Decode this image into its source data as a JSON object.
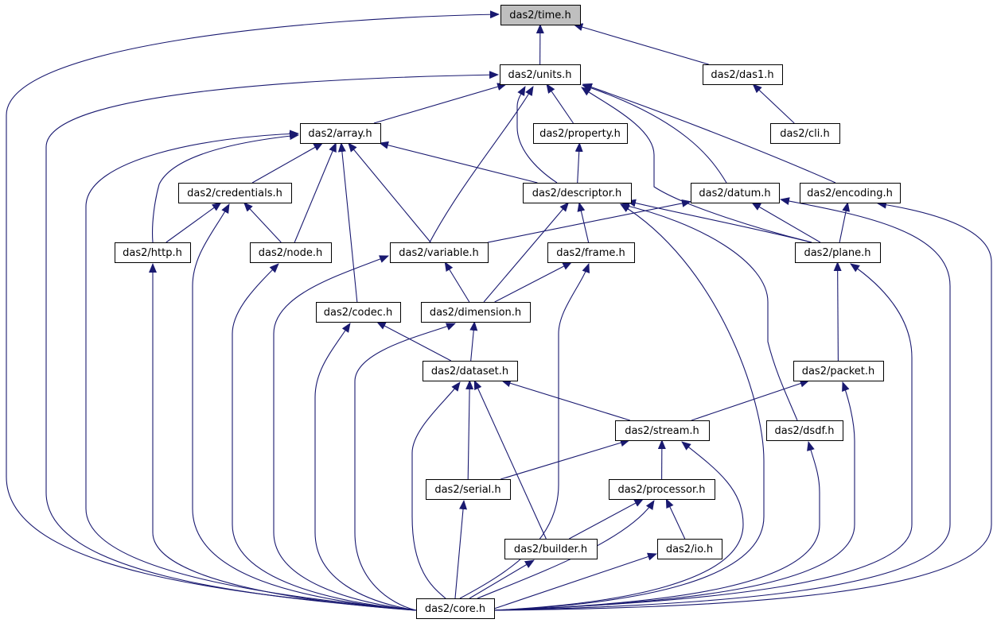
{
  "title": "",
  "nodes": [
    {
      "id": "time",
      "label": "das2/time.h"
    },
    {
      "id": "units",
      "label": "das2/units.h"
    },
    {
      "id": "das1",
      "label": "das2/das1.h"
    },
    {
      "id": "cli",
      "label": "das2/cli.h"
    },
    {
      "id": "array",
      "label": "das2/array.h"
    },
    {
      "id": "property",
      "label": "das2/property.h"
    },
    {
      "id": "credentials",
      "label": "das2/credentials.h"
    },
    {
      "id": "descriptor",
      "label": "das2/descriptor.h"
    },
    {
      "id": "datum",
      "label": "das2/datum.h"
    },
    {
      "id": "encoding",
      "label": "das2/encoding.h"
    },
    {
      "id": "http",
      "label": "das2/http.h"
    },
    {
      "id": "node",
      "label": "das2/node.h"
    },
    {
      "id": "variable",
      "label": "das2/variable.h"
    },
    {
      "id": "frame",
      "label": "das2/frame.h"
    },
    {
      "id": "plane",
      "label": "das2/plane.h"
    },
    {
      "id": "codec",
      "label": "das2/codec.h"
    },
    {
      "id": "dimension",
      "label": "das2/dimension.h"
    },
    {
      "id": "dataset",
      "label": "das2/dataset.h"
    },
    {
      "id": "packet",
      "label": "das2/packet.h"
    },
    {
      "id": "stream",
      "label": "das2/stream.h"
    },
    {
      "id": "dsdf",
      "label": "das2/dsdf.h"
    },
    {
      "id": "serial",
      "label": "das2/serial.h"
    },
    {
      "id": "processor",
      "label": "das2/processor.h"
    },
    {
      "id": "builder",
      "label": "das2/builder.h"
    },
    {
      "id": "io",
      "label": "das2/io.h"
    },
    {
      "id": "core",
      "label": "das2/core.h"
    }
  ],
  "highlighted_node": "time",
  "edges": [
    [
      "units",
      "time"
    ],
    [
      "das1",
      "time"
    ],
    [
      "core",
      "time"
    ],
    [
      "cli",
      "das1"
    ],
    [
      "array",
      "units"
    ],
    [
      "property",
      "units"
    ],
    [
      "descriptor",
      "units"
    ],
    [
      "datum",
      "units"
    ],
    [
      "encoding",
      "units"
    ],
    [
      "variable",
      "units"
    ],
    [
      "plane",
      "units"
    ],
    [
      "core",
      "units"
    ],
    [
      "credentials",
      "array"
    ],
    [
      "http",
      "array"
    ],
    [
      "node",
      "array"
    ],
    [
      "codec",
      "array"
    ],
    [
      "variable",
      "array"
    ],
    [
      "descriptor",
      "array"
    ],
    [
      "core",
      "array"
    ],
    [
      "descriptor",
      "property"
    ],
    [
      "http",
      "credentials"
    ],
    [
      "node",
      "credentials"
    ],
    [
      "core",
      "credentials"
    ],
    [
      "frame",
      "descriptor"
    ],
    [
      "dimension",
      "descriptor"
    ],
    [
      "plane",
      "descriptor"
    ],
    [
      "dsdf",
      "descriptor"
    ],
    [
      "core",
      "descriptor"
    ],
    [
      "variable",
      "datum"
    ],
    [
      "plane",
      "datum"
    ],
    [
      "core",
      "datum"
    ],
    [
      "plane",
      "encoding"
    ],
    [
      "core",
      "encoding"
    ],
    [
      "core",
      "http"
    ],
    [
      "core",
      "node"
    ],
    [
      "dimension",
      "variable"
    ],
    [
      "core",
      "variable"
    ],
    [
      "dimension",
      "frame"
    ],
    [
      "core",
      "frame"
    ],
    [
      "packet",
      "plane"
    ],
    [
      "core",
      "plane"
    ],
    [
      "dataset",
      "codec"
    ],
    [
      "core",
      "codec"
    ],
    [
      "dataset",
      "dimension"
    ],
    [
      "core",
      "dimension"
    ],
    [
      "stream",
      "dataset"
    ],
    [
      "serial",
      "dataset"
    ],
    [
      "builder",
      "dataset"
    ],
    [
      "core",
      "dataset"
    ],
    [
      "stream",
      "packet"
    ],
    [
      "core",
      "packet"
    ],
    [
      "serial",
      "stream"
    ],
    [
      "processor",
      "stream"
    ],
    [
      "core",
      "stream"
    ],
    [
      "core",
      "dsdf"
    ],
    [
      "core",
      "serial"
    ],
    [
      "builder",
      "processor"
    ],
    [
      "io",
      "processor"
    ],
    [
      "core",
      "processor"
    ],
    [
      "core",
      "builder"
    ],
    [
      "core",
      "io"
    ]
  ]
}
